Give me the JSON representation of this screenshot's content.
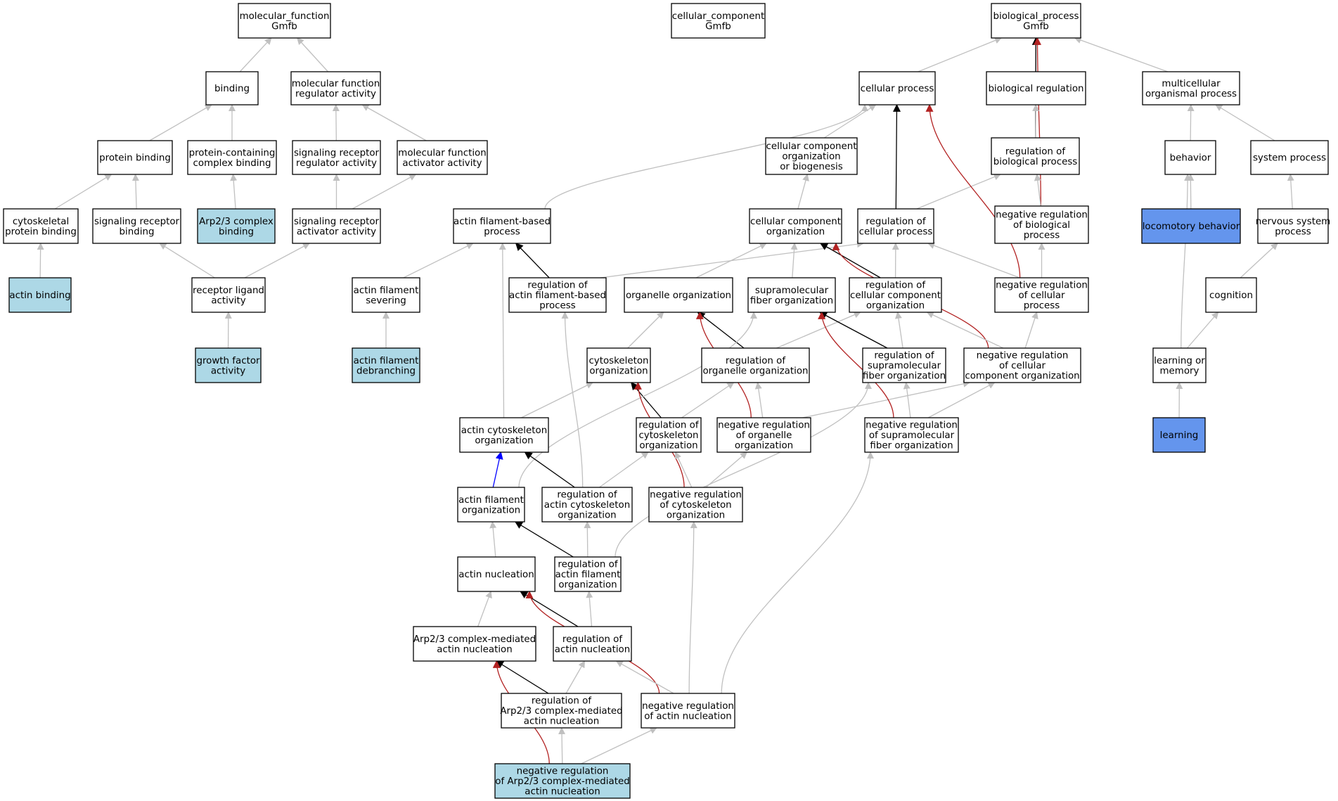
{
  "colors": {
    "node_fill": "#ffffff",
    "node_fill_light": "#add8e6",
    "node_fill_blue": "#6495ed",
    "edge_is_a": "#c0c0c0",
    "edge_regulates": "#000000",
    "edge_neg_regulates": "#b22222",
    "edge_part_of": "#0000ff"
  },
  "nodes": {
    "mf_root": {
      "lines": [
        "molecular_function",
        "Gmfb"
      ],
      "style": "white"
    },
    "cc_root": {
      "lines": [
        "cellular_component",
        "Gmfb"
      ],
      "style": "white"
    },
    "bp_root": {
      "lines": [
        "biological_process",
        "Gmfb"
      ],
      "style": "white"
    },
    "binding": {
      "lines": [
        "binding"
      ],
      "style": "white"
    },
    "mf_regulator": {
      "lines": [
        "molecular function",
        "regulator activity"
      ],
      "style": "white"
    },
    "cellular_process": {
      "lines": [
        "cellular process"
      ],
      "style": "white"
    },
    "biological_regulation": {
      "lines": [
        "biological regulation"
      ],
      "style": "white"
    },
    "multicellular": {
      "lines": [
        "multicellular",
        "organismal process"
      ],
      "style": "white"
    },
    "protein_binding": {
      "lines": [
        "protein binding"
      ],
      "style": "white"
    },
    "protein_complex_binding": {
      "lines": [
        "protein-containing",
        "complex binding"
      ],
      "style": "white"
    },
    "sig_rec_reg": {
      "lines": [
        "signaling receptor",
        "regulator activity"
      ],
      "style": "white"
    },
    "mf_activator": {
      "lines": [
        "molecular function",
        "activator activity"
      ],
      "style": "white"
    },
    "cc_org_biogenesis": {
      "lines": [
        "cellular component",
        "organization",
        "or biogenesis"
      ],
      "style": "white"
    },
    "reg_bio_process": {
      "lines": [
        "regulation of",
        "biological process"
      ],
      "style": "white"
    },
    "behavior": {
      "lines": [
        "behavior"
      ],
      "style": "white"
    },
    "system_process": {
      "lines": [
        "system process"
      ],
      "style": "white"
    },
    "cytoskeletal_binding": {
      "lines": [
        "cytoskeletal",
        "protein binding"
      ],
      "style": "white"
    },
    "sig_rec_binding": {
      "lines": [
        "signaling receptor",
        "binding"
      ],
      "style": "white"
    },
    "arp23_binding": {
      "lines": [
        "Arp2/3 complex",
        "binding"
      ],
      "style": "light"
    },
    "sig_rec_act": {
      "lines": [
        "signaling receptor",
        "activator activity"
      ],
      "style": "white"
    },
    "actin_fb_process": {
      "lines": [
        "actin filament-based",
        "process"
      ],
      "style": "white"
    },
    "cc_organization": {
      "lines": [
        "cellular component",
        "organization"
      ],
      "style": "white"
    },
    "reg_cell_process": {
      "lines": [
        "regulation of",
        "cellular process"
      ],
      "style": "white"
    },
    "neg_reg_bio_process": {
      "lines": [
        "negative regulation",
        "of biological",
        "process"
      ],
      "style": "white"
    },
    "locomotory_behavior": {
      "lines": [
        "locomotory behavior"
      ],
      "style": "blue"
    },
    "nervous_system_process": {
      "lines": [
        "nervous system",
        "process"
      ],
      "style": "white"
    },
    "actin_binding": {
      "lines": [
        "actin binding"
      ],
      "style": "light"
    },
    "receptor_ligand": {
      "lines": [
        "receptor ligand",
        "activity"
      ],
      "style": "white"
    },
    "actin_filament_severing": {
      "lines": [
        "actin filament",
        "severing"
      ],
      "style": "white"
    },
    "reg_actin_fb_process": {
      "lines": [
        "regulation of",
        "actin filament-based",
        "process"
      ],
      "style": "white"
    },
    "organelle_org": {
      "lines": [
        "organelle organization"
      ],
      "style": "white"
    },
    "supramolecular_fiber_org": {
      "lines": [
        "supramolecular",
        "fiber organization"
      ],
      "style": "white"
    },
    "reg_cc_org": {
      "lines": [
        "regulation of",
        "cellular component",
        "organization"
      ],
      "style": "white"
    },
    "neg_reg_cell_process": {
      "lines": [
        "negative regulation",
        "of cellular",
        "process"
      ],
      "style": "white"
    },
    "cognition": {
      "lines": [
        "cognition"
      ],
      "style": "white"
    },
    "growth_factor": {
      "lines": [
        "growth factor",
        "activity"
      ],
      "style": "light"
    },
    "actin_debranching": {
      "lines": [
        "actin filament",
        "debranching"
      ],
      "style": "light"
    },
    "cytoskeleton_org": {
      "lines": [
        "cytoskeleton",
        "organization"
      ],
      "style": "white"
    },
    "reg_organelle_org": {
      "lines": [
        "regulation of",
        "organelle organization"
      ],
      "style": "white"
    },
    "reg_supramolecular": {
      "lines": [
        "regulation of",
        "supramolecular",
        "fiber organization"
      ],
      "style": "white"
    },
    "neg_reg_cc_org": {
      "lines": [
        "negative regulation",
        "of cellular",
        "component organization"
      ],
      "style": "white"
    },
    "learning_memory": {
      "lines": [
        "learning or",
        "memory"
      ],
      "style": "white"
    },
    "actin_cytoskeleton_org": {
      "lines": [
        "actin cytoskeleton",
        "organization"
      ],
      "style": "white"
    },
    "reg_cytoskeleton_org": {
      "lines": [
        "regulation of",
        "cytoskeleton",
        "organization"
      ],
      "style": "white"
    },
    "neg_reg_organelle_org": {
      "lines": [
        "negative regulation",
        "of organelle",
        "organization"
      ],
      "style": "white"
    },
    "neg_reg_supramolecular": {
      "lines": [
        "negative regulation",
        "of supramolecular",
        "fiber organization"
      ],
      "style": "white"
    },
    "learning": {
      "lines": [
        "learning"
      ],
      "style": "blue"
    },
    "actin_filament_org": {
      "lines": [
        "actin filament",
        "organization"
      ],
      "style": "white"
    },
    "reg_actin_cytoskeleton_org": {
      "lines": [
        "regulation of",
        "actin cytoskeleton",
        "organization"
      ],
      "style": "white"
    },
    "neg_reg_cytoskeleton_org": {
      "lines": [
        "negative regulation",
        "of cytoskeleton",
        "organization"
      ],
      "style": "white"
    },
    "actin_nucleation": {
      "lines": [
        "actin nucleation"
      ],
      "style": "white"
    },
    "reg_actin_filament_org": {
      "lines": [
        "regulation of",
        "actin filament",
        "organization"
      ],
      "style": "white"
    },
    "arp23_nucleation": {
      "lines": [
        "Arp2/3 complex-mediated",
        "actin nucleation"
      ],
      "style": "white"
    },
    "reg_actin_nucleation": {
      "lines": [
        "regulation of",
        "actin nucleation"
      ],
      "style": "white"
    },
    "reg_arp23_nucleation": {
      "lines": [
        "regulation of",
        "Arp2/3 complex-mediated",
        "actin nucleation"
      ],
      "style": "white"
    },
    "neg_reg_actin_nucleation": {
      "lines": [
        "negative regulation",
        "of actin nucleation"
      ],
      "style": "white"
    },
    "neg_reg_arp23_nucleation": {
      "lines": [
        "negative regulation",
        "of Arp2/3 complex-mediated",
        "actin nucleation"
      ],
      "style": "light"
    }
  },
  "edges": [
    [
      "binding",
      "mf_root",
      "is_a"
    ],
    [
      "mf_regulator",
      "mf_root",
      "is_a"
    ],
    [
      "protein_binding",
      "binding",
      "is_a"
    ],
    [
      "protein_complex_binding",
      "binding",
      "is_a"
    ],
    [
      "sig_rec_reg",
      "mf_regulator",
      "is_a"
    ],
    [
      "mf_activator",
      "mf_regulator",
      "is_a"
    ],
    [
      "cytoskeletal_binding",
      "protein_binding",
      "is_a"
    ],
    [
      "sig_rec_binding",
      "protein_binding",
      "is_a"
    ],
    [
      "arp23_binding",
      "protein_complex_binding",
      "is_a"
    ],
    [
      "sig_rec_act",
      "sig_rec_reg",
      "is_a"
    ],
    [
      "sig_rec_act",
      "mf_activator",
      "is_a"
    ],
    [
      "actin_binding",
      "cytoskeletal_binding",
      "is_a"
    ],
    [
      "receptor_ligand",
      "sig_rec_binding",
      "is_a"
    ],
    [
      "receptor_ligand",
      "sig_rec_act",
      "is_a"
    ],
    [
      "growth_factor",
      "receptor_ligand",
      "is_a"
    ],
    [
      "cellular_process",
      "bp_root",
      "is_a"
    ],
    [
      "biological_regulation",
      "bp_root",
      "is_a"
    ],
    [
      "multicellular",
      "bp_root",
      "is_a"
    ],
    [
      "reg_bio_process",
      "bp_root",
      "regulates"
    ],
    [
      "neg_reg_bio_process",
      "bp_root",
      "negatively_regulates"
    ],
    [
      "reg_bio_process",
      "biological_regulation",
      "is_a"
    ],
    [
      "neg_reg_bio_process",
      "reg_bio_process",
      "is_a"
    ],
    [
      "reg_cell_process",
      "reg_bio_process",
      "is_a"
    ],
    [
      "reg_cell_process",
      "cellular_process",
      "regulates"
    ],
    [
      "neg_reg_cell_process",
      "cellular_process",
      "negatively_regulates"
    ],
    [
      "neg_reg_cell_process",
      "reg_cell_process",
      "is_a"
    ],
    [
      "neg_reg_cell_process",
      "neg_reg_bio_process",
      "is_a"
    ],
    [
      "cc_org_biogenesis",
      "cellular_process",
      "is_a"
    ],
    [
      "actin_fb_process",
      "cellular_process",
      "is_a"
    ],
    [
      "cc_organization",
      "cc_org_biogenesis",
      "is_a"
    ],
    [
      "behavior",
      "multicellular",
      "is_a"
    ],
    [
      "system_process",
      "multicellular",
      "is_a"
    ],
    [
      "locomotory_behavior",
      "behavior",
      "is_a"
    ],
    [
      "nervous_system_process",
      "system_process",
      "is_a"
    ],
    [
      "cognition",
      "nervous_system_process",
      "is_a"
    ],
    [
      "learning_memory",
      "cognition",
      "is_a"
    ],
    [
      "learning_memory",
      "behavior",
      "is_a"
    ],
    [
      "learning",
      "learning_memory",
      "is_a"
    ],
    [
      "actin_filament_severing",
      "actin_fb_process",
      "is_a"
    ],
    [
      "actin_debranching",
      "actin_filament_severing",
      "is_a"
    ],
    [
      "reg_actin_fb_process",
      "actin_fb_process",
      "regulates"
    ],
    [
      "reg_actin_fb_process",
      "reg_cell_process",
      "is_a"
    ],
    [
      "organelle_org",
      "cc_organization",
      "is_a"
    ],
    [
      "supramolecular_fiber_org",
      "cc_organization",
      "is_a"
    ],
    [
      "reg_cc_org",
      "cc_organization",
      "regulates"
    ],
    [
      "reg_cc_org",
      "reg_cell_process",
      "is_a"
    ],
    [
      "neg_reg_cc_org",
      "cc_organization",
      "negatively_regulates"
    ],
    [
      "neg_reg_cc_org",
      "reg_cc_org",
      "is_a"
    ],
    [
      "neg_reg_cc_org",
      "neg_reg_cell_process",
      "is_a"
    ],
    [
      "cytoskeleton_org",
      "organelle_org",
      "is_a"
    ],
    [
      "reg_organelle_org",
      "organelle_org",
      "regulates"
    ],
    [
      "reg_organelle_org",
      "reg_cc_org",
      "is_a"
    ],
    [
      "reg_supramolecular",
      "supramolecular_fiber_org",
      "regulates"
    ],
    [
      "reg_supramolecular",
      "reg_cc_org",
      "is_a"
    ],
    [
      "actin_cytoskeleton_org",
      "cytoskeleton_org",
      "is_a"
    ],
    [
      "actin_cytoskeleton_org",
      "actin_fb_process",
      "is_a"
    ],
    [
      "reg_cytoskeleton_org",
      "cytoskeleton_org",
      "regulates"
    ],
    [
      "reg_cytoskeleton_org",
      "reg_organelle_org",
      "is_a"
    ],
    [
      "neg_reg_organelle_org",
      "organelle_org",
      "negatively_regulates"
    ],
    [
      "neg_reg_organelle_org",
      "reg_organelle_org",
      "is_a"
    ],
    [
      "neg_reg_organelle_org",
      "neg_reg_cc_org",
      "is_a"
    ],
    [
      "neg_reg_supramolecular",
      "supramolecular_fiber_org",
      "negatively_regulates"
    ],
    [
      "neg_reg_supramolecular",
      "reg_supramolecular",
      "is_a"
    ],
    [
      "neg_reg_supramolecular",
      "neg_reg_cc_org",
      "is_a"
    ],
    [
      "actin_filament_org",
      "actin_cytoskeleton_org",
      "part_of"
    ],
    [
      "actin_filament_org",
      "supramolecular_fiber_org",
      "is_a"
    ],
    [
      "reg_actin_cytoskeleton_org",
      "actin_cytoskeleton_org",
      "regulates"
    ],
    [
      "reg_actin_cytoskeleton_org",
      "reg_cytoskeleton_org",
      "is_a"
    ],
    [
      "reg_actin_cytoskeleton_org",
      "reg_actin_fb_process",
      "is_a"
    ],
    [
      "neg_reg_cytoskeleton_org",
      "cytoskeleton_org",
      "negatively_regulates"
    ],
    [
      "neg_reg_cytoskeleton_org",
      "reg_cytoskeleton_org",
      "is_a"
    ],
    [
      "neg_reg_cytoskeleton_org",
      "neg_reg_organelle_org",
      "is_a"
    ],
    [
      "actin_nucleation",
      "actin_filament_org",
      "is_a"
    ],
    [
      "reg_actin_filament_org",
      "actin_filament_org",
      "regulates"
    ],
    [
      "reg_actin_filament_org",
      "reg_actin_cytoskeleton_org",
      "is_a"
    ],
    [
      "reg_actin_filament_org",
      "reg_supramolecular",
      "is_a"
    ],
    [
      "arp23_nucleation",
      "actin_nucleation",
      "is_a"
    ],
    [
      "reg_actin_nucleation",
      "actin_nucleation",
      "regulates"
    ],
    [
      "reg_actin_nucleation",
      "reg_actin_filament_org",
      "is_a"
    ],
    [
      "reg_arp23_nucleation",
      "arp23_nucleation",
      "regulates"
    ],
    [
      "reg_arp23_nucleation",
      "reg_actin_nucleation",
      "is_a"
    ],
    [
      "neg_reg_actin_nucleation",
      "actin_nucleation",
      "negatively_regulates"
    ],
    [
      "neg_reg_actin_nucleation",
      "reg_actin_nucleation",
      "is_a"
    ],
    [
      "neg_reg_actin_nucleation",
      "neg_reg_cytoskeleton_org",
      "is_a"
    ],
    [
      "neg_reg_actin_nucleation",
      "neg_reg_supramolecular",
      "is_a"
    ],
    [
      "neg_reg_arp23_nucleation",
      "arp23_nucleation",
      "negatively_regulates"
    ],
    [
      "neg_reg_arp23_nucleation",
      "reg_arp23_nucleation",
      "is_a"
    ],
    [
      "neg_reg_arp23_nucleation",
      "neg_reg_actin_nucleation",
      "is_a"
    ]
  ]
}
